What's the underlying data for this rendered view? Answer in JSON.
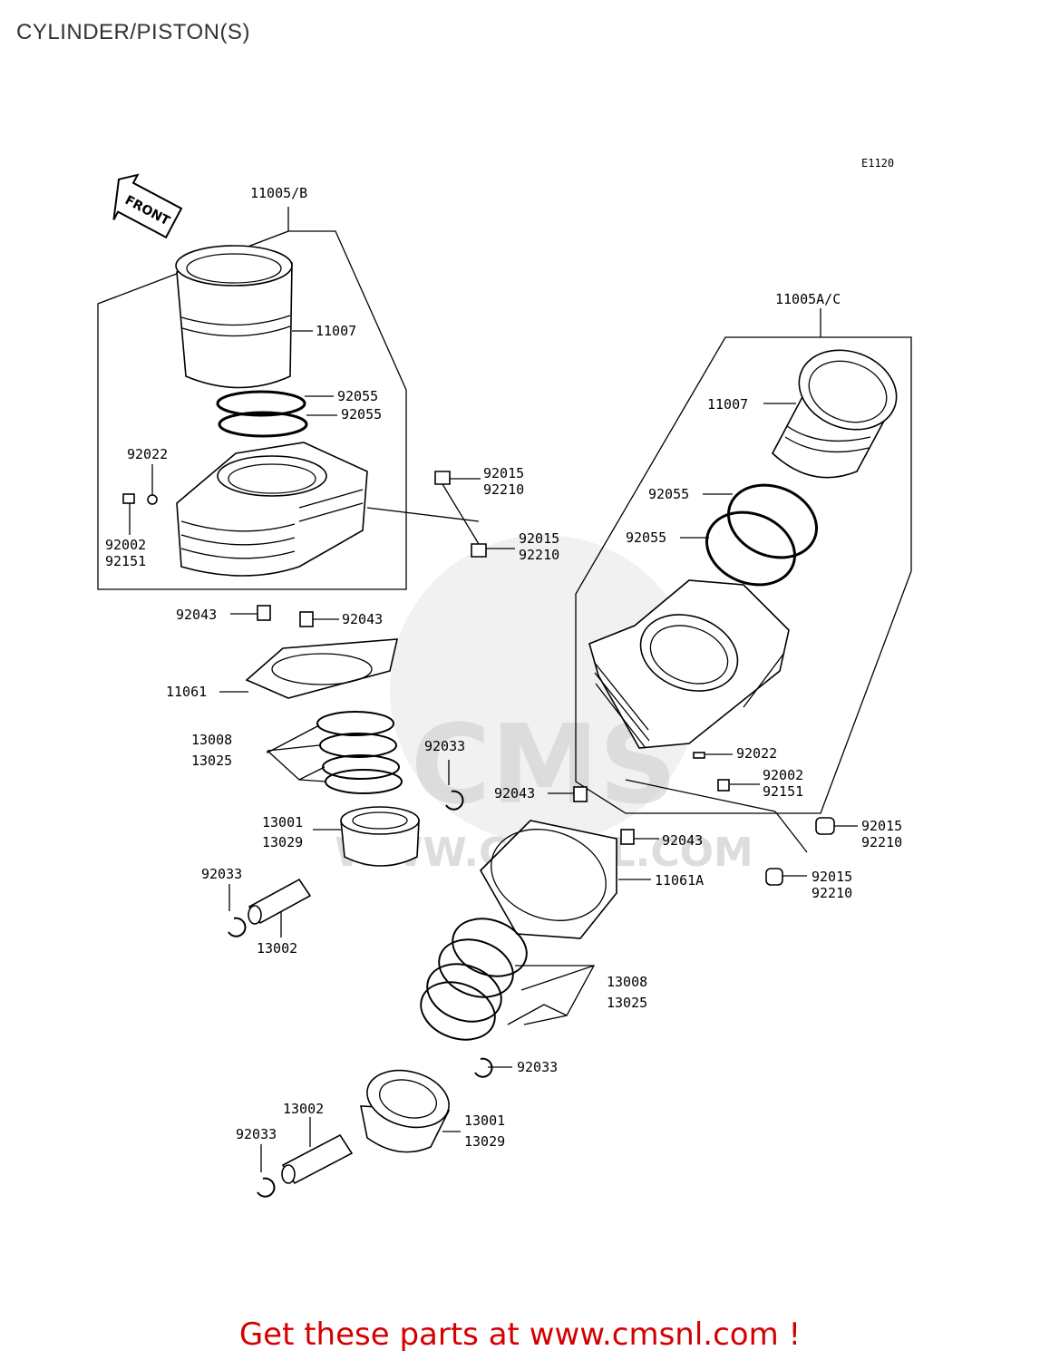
{
  "title": "CYLINDER/PISTON(S)",
  "diagram_code": "E1120",
  "front_label": "FRONT",
  "watermark": "WWW.CMSNL.COM",
  "watermark_logo": "CMS",
  "footer": "Get these parts at www.cmsnl.com !",
  "callouts": {
    "c11005b": "11005/B",
    "c11005ac": "11005A/C",
    "c11007a": "11007",
    "c11007b": "11007",
    "c92055a": "92055",
    "c92055b": "92055",
    "c92055c": "92055",
    "c92055d": "92055",
    "c92022a": "92022",
    "c92022b": "92022",
    "c92002a": "92002",
    "c92151a": "92151",
    "c92002b": "92002",
    "c92151b": "92151",
    "c92015a": "92015",
    "c92210a": "92210",
    "c92015b": "92015",
    "c92210b": "92210",
    "c92015c": "92015",
    "c92210c": "92210",
    "c92015d": "92015",
    "c92210d": "92210",
    "c92043a": "92043",
    "c92043b": "92043",
    "c92043c": "92043",
    "c92043d": "92043",
    "c11061": "11061",
    "c11061a": "11061A",
    "c13008a": "13008",
    "c13025a": "13025",
    "c13008b": "13008",
    "c13025b": "13025",
    "c92033a": "92033",
    "c92033b": "92033",
    "c92033c": "92033",
    "c92033d": "92033",
    "c13001a": "13001",
    "c13029a": "13029",
    "c13001b": "13001",
    "c13029b": "13029",
    "c13002a": "13002",
    "c13002b": "13002"
  }
}
